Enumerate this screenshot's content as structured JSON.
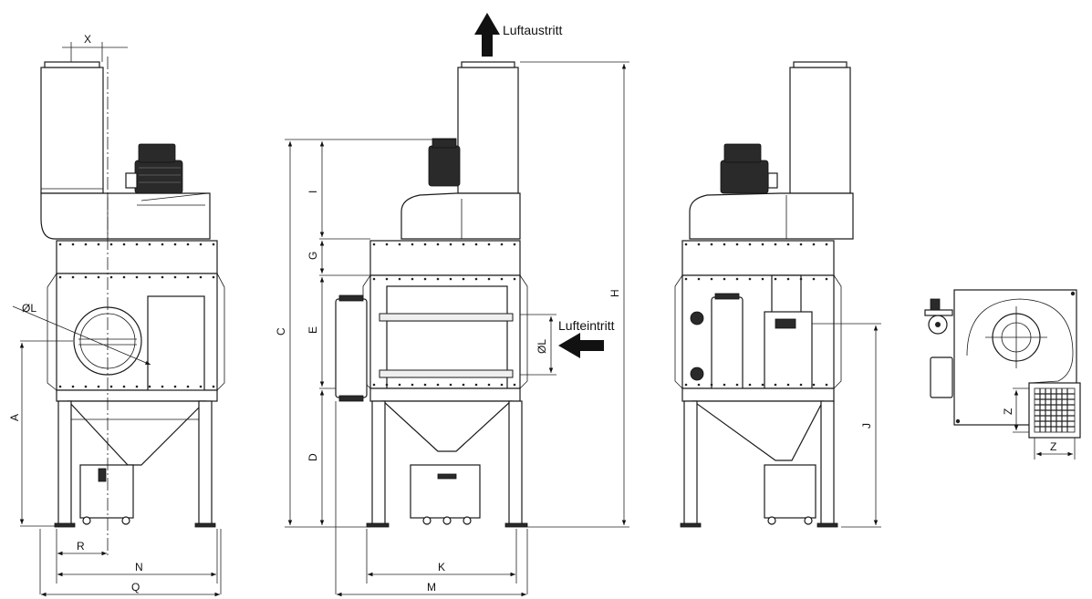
{
  "labels": {
    "air_outlet": "Luftaustritt",
    "air_inlet": "Lufteintritt",
    "dim_X": "X",
    "dim_L_diameter": "ØL",
    "dim_A": "A",
    "dim_R": "R",
    "dim_N": "N",
    "dim_Q": "Q",
    "dim_C": "C",
    "dim_I": "I",
    "dim_G": "G",
    "dim_E": "E",
    "dim_D": "D",
    "dim_H": "H",
    "dim_K": "K",
    "dim_M": "M",
    "dim_L_diameter_2": "ØL",
    "dim_J": "J",
    "dim_Z_vertical": "Z",
    "dim_Z_horizontal": "Z"
  },
  "colors": {
    "line": "#1a1a1a",
    "motor": "#2a2a2a",
    "panel": "#ffffff"
  }
}
